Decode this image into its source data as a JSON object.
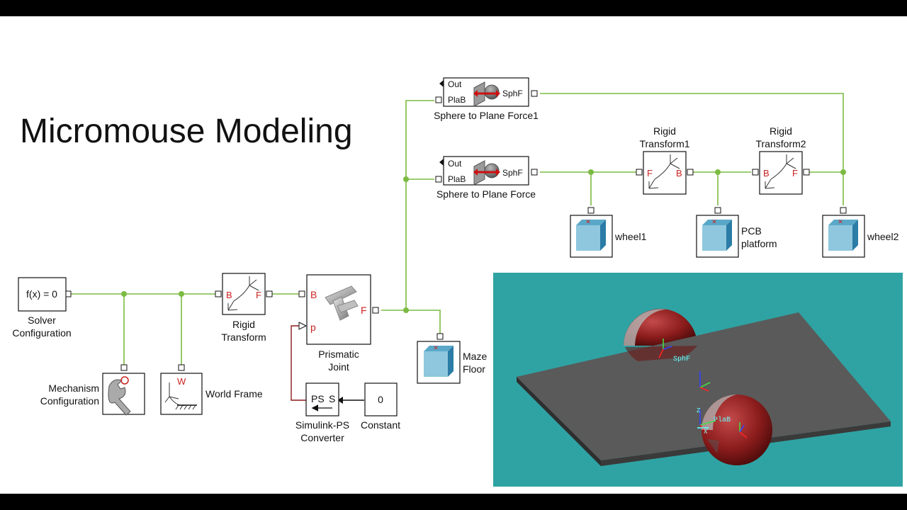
{
  "title": "Micromouse Modeling",
  "colors": {
    "wire": "#7cbb42",
    "signal": "#8b1a1a",
    "port_red": "#cc2222",
    "solid_face": "#8fc7de",
    "solid_side": "#2b7ca6",
    "viewport_bg": "#2fa3a3",
    "plate": "#555555",
    "sphere": "#8b1c1c"
  },
  "blocks": {
    "solver": {
      "text": "f(x) = 0",
      "label": [
        "Solver",
        "Configuration"
      ]
    },
    "mechanism": {
      "label": [
        "Mechanism",
        "Configuration"
      ]
    },
    "world": {
      "port": "W",
      "label": "World Frame"
    },
    "rigid_transform": {
      "port_b": "B",
      "port_f": "F",
      "label": [
        "Rigid",
        "Transform"
      ]
    },
    "prismatic": {
      "port_b": "B",
      "port_f": "F",
      "port_p": "p",
      "label": [
        "Prismatic",
        "Joint"
      ]
    },
    "ps_converter": {
      "text_ps": "PS",
      "text_s": "S",
      "label": [
        "Simulink-PS",
        "Converter"
      ]
    },
    "constant": {
      "text": "0",
      "label": "Constant"
    },
    "maze_floor": {
      "label": [
        "Maze",
        "Floor"
      ]
    },
    "sphere_force1": {
      "out": "Out",
      "plab": "PlaB",
      "sphf": "SphF",
      "label": "Sphere to Plane Force1"
    },
    "sphere_force": {
      "out": "Out",
      "plab": "PlaB",
      "sphf": "SphF",
      "label": "Sphere to Plane Force"
    },
    "rigid_transform1": {
      "port_b": "B",
      "port_f": "F",
      "label": [
        "Rigid",
        "Transform1"
      ]
    },
    "rigid_transform2": {
      "port_b": "B",
      "port_f": "F",
      "label": [
        "Rigid",
        "Transform2"
      ]
    },
    "wheel1": {
      "label": "wheel1"
    },
    "pcb": {
      "label": [
        "PCB",
        "platform"
      ]
    },
    "wheel2": {
      "label": "wheel2"
    }
  },
  "viewport": {
    "labels": {
      "sphf": "SphF",
      "plab": "PlaB",
      "z": "Z",
      "x": "X"
    }
  }
}
